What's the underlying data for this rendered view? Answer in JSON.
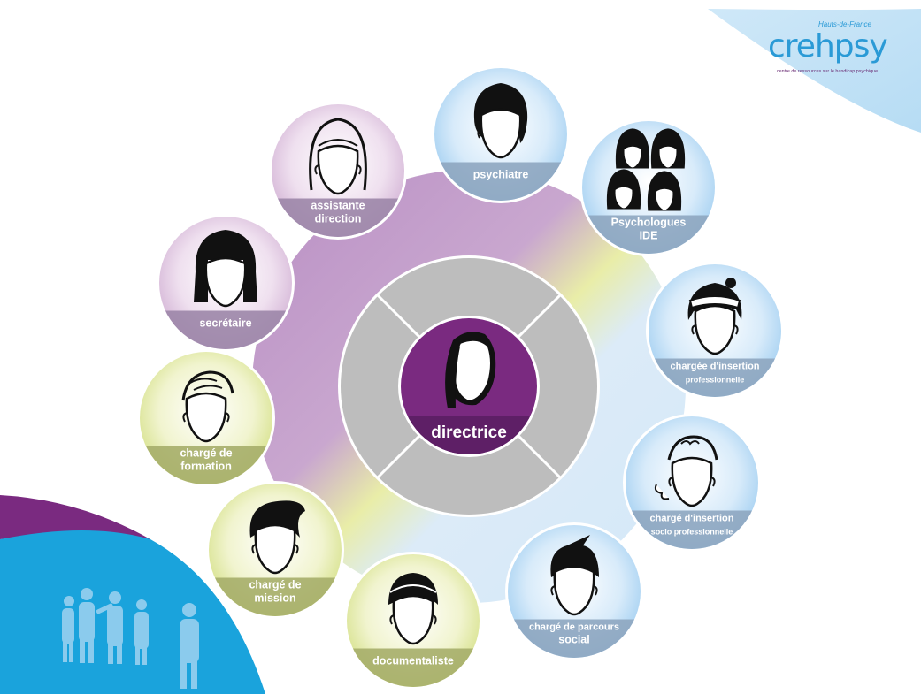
{
  "logo": {
    "name": "crehpsy",
    "region": "Hauts-de-France",
    "tagline": "centre de ressources sur le handicap psychique"
  },
  "center": {
    "label": "directrice",
    "color": "#7a2a80"
  },
  "roles": [
    {
      "id": "psychiatre",
      "lines": [
        "psychiatre"
      ],
      "theme": "blue",
      "hair": "f-short"
    },
    {
      "id": "psychologues-ide",
      "lines": [
        "Psychologues",
        "IDE"
      ],
      "theme": "blue",
      "hair": "group"
    },
    {
      "id": "chargee-insertion-pro",
      "lines": [
        "chargée d'insertion",
        "professionnelle"
      ],
      "theme": "blue",
      "hair": "bandana"
    },
    {
      "id": "charge-insertion-socio",
      "lines": [
        "chargé d'insertion",
        "socio professionnelle"
      ],
      "theme": "blue",
      "hair": "curly"
    },
    {
      "id": "charge-parcours-social",
      "lines": [
        "chargé de parcours",
        "social"
      ],
      "theme": "blue",
      "hair": "m-spiky"
    },
    {
      "id": "documentaliste",
      "lines": [
        "documentaliste"
      ],
      "theme": "green",
      "hair": "m-cap"
    },
    {
      "id": "charge-mission",
      "lines": [
        "chargé de",
        "mission"
      ],
      "theme": "green",
      "hair": "m-quiff"
    },
    {
      "id": "charge-formation",
      "lines": [
        "chargé de",
        "formation"
      ],
      "theme": "green",
      "hair": "m-wavy"
    },
    {
      "id": "secretaire",
      "lines": [
        "secrétaire"
      ],
      "theme": "purple",
      "hair": "f-bob"
    },
    {
      "id": "assistante-direction",
      "lines": [
        "assistante",
        "direction"
      ],
      "theme": "purple",
      "hair": "f-outline"
    }
  ],
  "colors": {
    "purple": "#7a2a80",
    "cyan": "#1aa3dc",
    "ring_purple": "#c8a0cc",
    "ring_green": "#e4eba0",
    "ring_blue": "#d2e7f6"
  }
}
